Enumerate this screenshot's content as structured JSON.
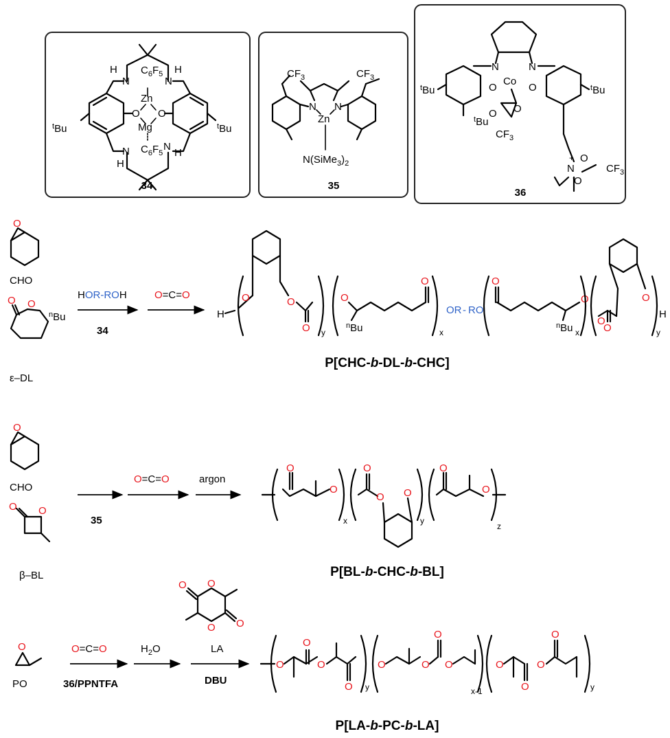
{
  "colors": {
    "oxygen": "#e8141b",
    "linker": "#2f63c8",
    "bond": "#000000",
    "box": "#222222"
  },
  "catalysts": [
    {
      "id": "34"
    },
    {
      "id": "35"
    },
    {
      "id": "36"
    }
  ],
  "scheme1": {
    "monomer1": "CHO",
    "monomer2": "ε–DL",
    "initiator": "HOR-ROH",
    "catalyst": "34",
    "gas": "O=C=O",
    "product": "P[CHC-b-DL-b-CHC]",
    "linker": "OR–RO"
  },
  "scheme2": {
    "monomer1": "CHO",
    "monomer2": "β–BL",
    "catalyst": "35",
    "gas": "O=C=O",
    "step3": "argon",
    "product": "P[BL-b-CHC-b-BL]"
  },
  "scheme3": {
    "monomer1": "PO",
    "gas": "O=C=O",
    "catalyst": "36/PPNTFA",
    "step2": "H2O",
    "monomer2": "LA",
    "base": "DBU",
    "product": "P[LA-b-PC-b-LA]"
  }
}
